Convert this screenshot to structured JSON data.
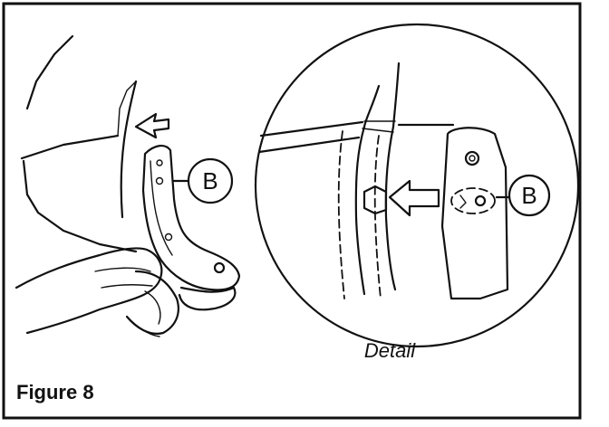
{
  "figure": {
    "caption": "Figure 8",
    "detail_caption": "Detail"
  },
  "callouts": {
    "main": "B",
    "detail": "B"
  },
  "colors": {
    "ink": "#111111",
    "background": "#ffffff"
  }
}
